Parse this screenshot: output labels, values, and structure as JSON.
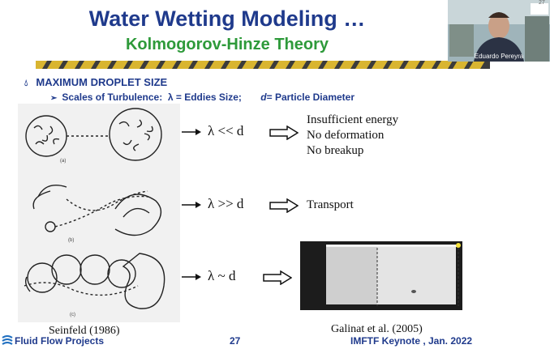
{
  "slide": {
    "title": "Water Wetting Modeling …",
    "subtitle": "Kolmogorov-Hinze Theory",
    "bullet": "MAXIMUM DROPLET SIZE",
    "sub_bullet_prefix": "Scales of Turbulence:",
    "sub_bullet_lambda": "λ = Eddies Size;",
    "sub_bullet_d_symbol": "d",
    "sub_bullet_d_text": "= Particle Diameter",
    "rows": [
      {
        "expr": "λ << d",
        "desc": [
          "Insufficient energy",
          "No deformation",
          "No breakup"
        ]
      },
      {
        "expr": "λ >> d",
        "desc": [
          "Transport"
        ]
      },
      {
        "expr": "λ ~ d",
        "desc": []
      }
    ],
    "cite_left": "Seinfeld (1986)",
    "cite_right": "Galinat et al. (2005)",
    "footer_brand": "Fluid Flow Projects",
    "footer_page": "27",
    "footer_event": "IMFTF Keynote , Jan. 2022"
  },
  "webcam": {
    "name": "Eduardo Pereyra"
  },
  "corner_page_number": "27",
  "colors": {
    "title": "#1f3a8c",
    "subtitle": "#2e9a3a",
    "chain_dark": "#3b3b3b",
    "chain_gold": "#d9b530"
  }
}
